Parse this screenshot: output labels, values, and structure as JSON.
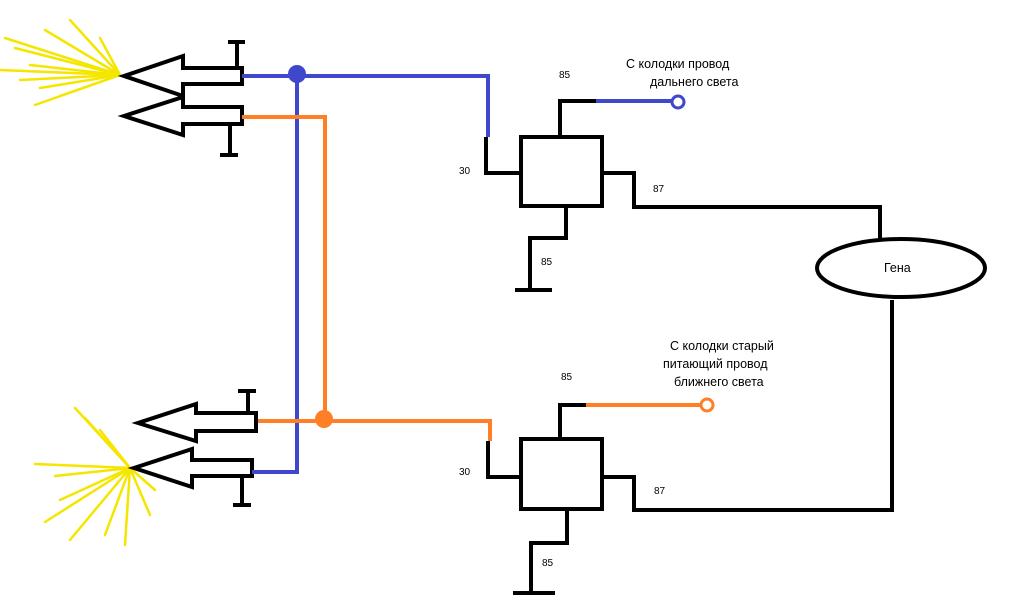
{
  "colors": {
    "background": "#ffffff",
    "wire_black": "#000000",
    "wire_blue": "#3f48cc",
    "wire_orange": "#ff7f27",
    "light_rays": "#f5e600"
  },
  "labels": {
    "relay_top": {
      "pin_85_top": "85",
      "pin_30": "30",
      "pin_87": "87",
      "pin_85_bottom": "85"
    },
    "relay_bottom": {
      "pin_85_top": "85",
      "pin_30": "30",
      "pin_87": "87",
      "pin_85_bottom": "85"
    },
    "note_high_beam": [
      "С колодки провод",
      "дальнего света"
    ],
    "note_low_beam": [
      "С колодки старый",
      "питающий провод",
      "ближнего света"
    ],
    "gena": "Гена"
  }
}
